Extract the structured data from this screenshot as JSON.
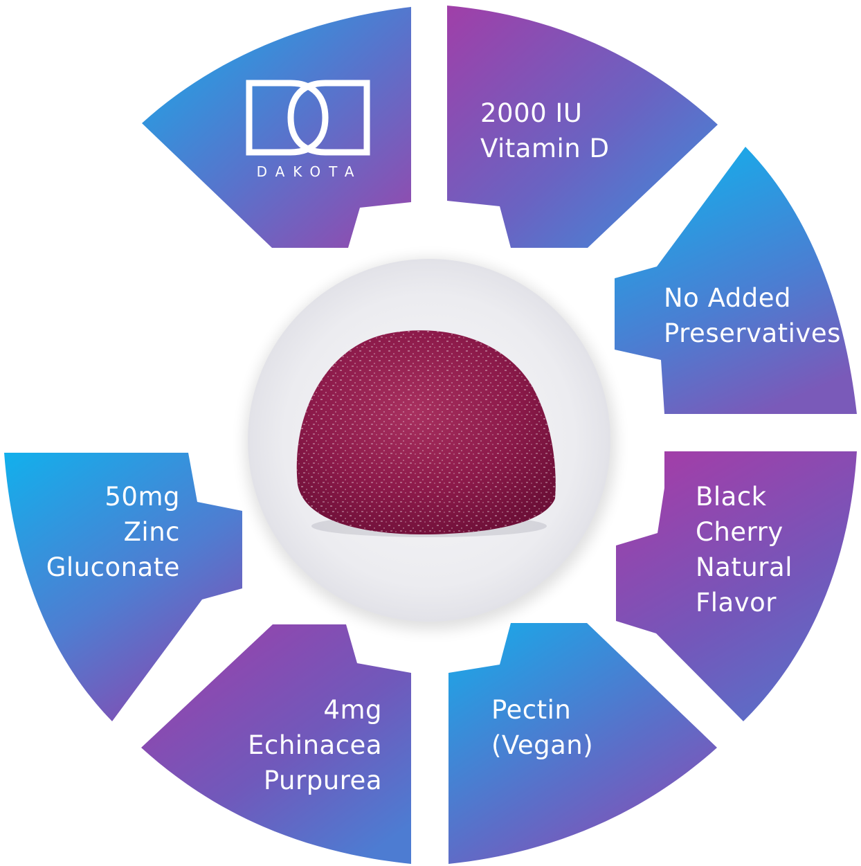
{
  "brand": {
    "name": "DAKOTA",
    "logo_icon": "dakota-dd-logo-icon"
  },
  "product_image": {
    "icon": "gummy-icon",
    "gummy_color": "#8c1a4a",
    "plate_color": "#f1f1f4"
  },
  "colors": {
    "blue": "#17a8e8",
    "purple": "#9b43a9",
    "blend": "#5b6fc9"
  },
  "segments": [
    {
      "id": "brand",
      "lines": []
    },
    {
      "id": "vitamin-d",
      "lines": [
        "2000 IU",
        "Vitamin D"
      ]
    },
    {
      "id": "preservatives",
      "lines": [
        "No Added",
        "Preservatives"
      ]
    },
    {
      "id": "flavor",
      "lines": [
        "Black",
        "Cherry",
        "Natural",
        "Flavor"
      ]
    },
    {
      "id": "pectin",
      "lines": [
        "Pectin",
        "(Vegan)"
      ]
    },
    {
      "id": "echinacea",
      "lines": [
        "4mg",
        "Echinacea",
        "Purpurea"
      ]
    },
    {
      "id": "zinc",
      "lines": [
        "50mg",
        "Zinc",
        "Gluconate"
      ]
    }
  ]
}
